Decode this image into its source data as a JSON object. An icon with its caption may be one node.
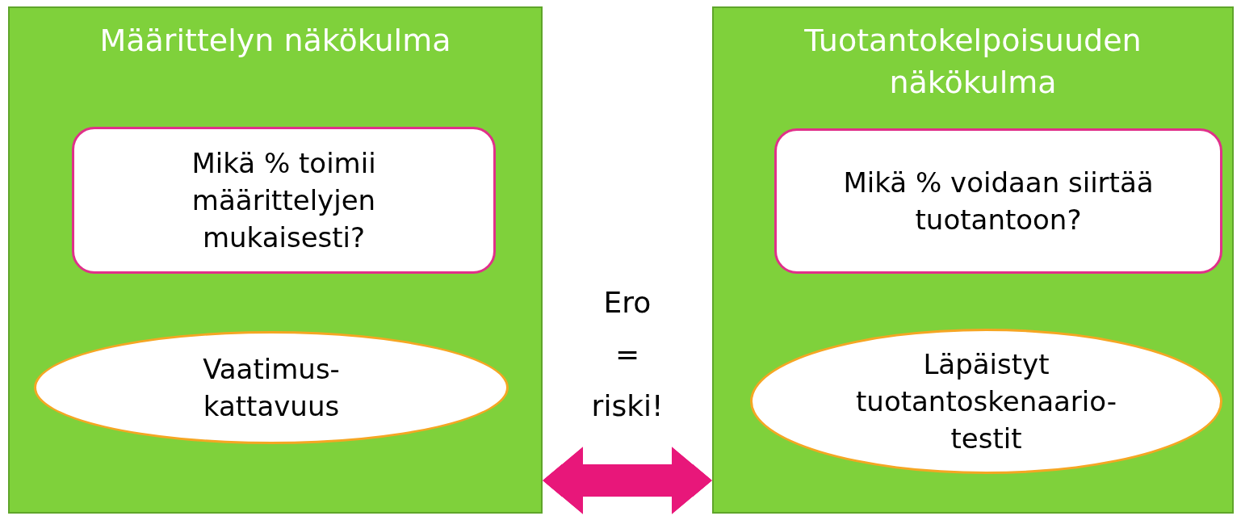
{
  "diagram": {
    "nodes": [
      {
        "text": [
          "Määrittelyn näkökulma"
        ]
      },
      {
        "text": [
          "Mikä % toimii määrittelyjen mukaisesti?"
        ],
        "in": 0
      },
      {
        "text": [
          "Vaatimus-kattavuus"
        ],
        "in": 0
      },
      {
        "text": [
          "Tuotantokelpoisuuden näkökulma"
        ]
      },
      {
        "text": [
          "Mikä % voidaan siirtää tuotantoon?"
        ],
        "in": 3
      },
      {
        "text": [
          "Läpäistyt tuotantoskenaario-testit"
        ],
        "in": 3
      }
    ],
    "edges": [
      {
        "from": 0,
        "to": 3,
        "arrow": "both",
        "label": "Ero = riski!",
        "color": "#e8177a"
      }
    ]
  }
}
